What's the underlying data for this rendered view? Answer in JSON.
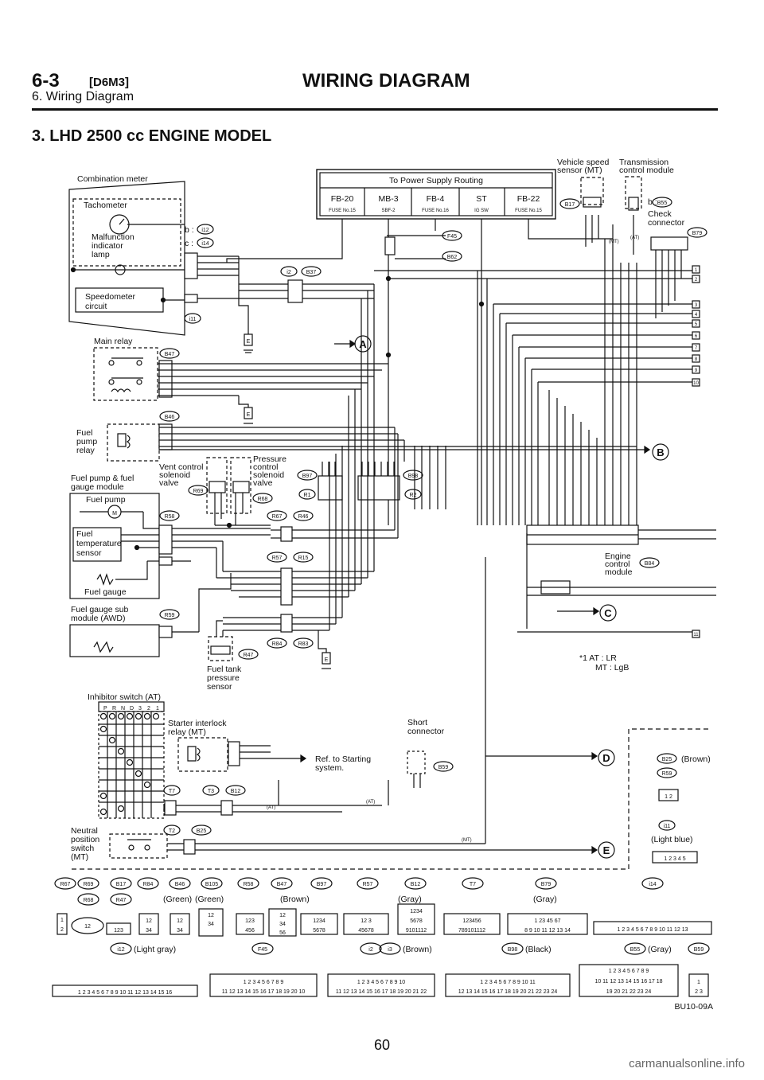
{
  "header": {
    "section_number": "6-3",
    "code": "[D6M3]",
    "title": "WIRING DIAGRAM",
    "subtitle": "6. Wiring Diagram"
  },
  "section_title": "3. LHD 2500 cc ENGINE MODEL",
  "power_supply": {
    "title": "To Power Supply Routing",
    "fuses": [
      {
        "name": "FB-20",
        "sub": "FUSE No.15"
      },
      {
        "name": "MB-3",
        "sub": "SBF-2"
      },
      {
        "name": "FB-4",
        "sub": "FUSE No.16"
      },
      {
        "name": "ST",
        "sub": "IG SW"
      },
      {
        "name": "FB-22",
        "sub": "FUSE No.15"
      }
    ]
  },
  "components": {
    "combination_meter": "Combination meter",
    "tachometer": "Tachometer",
    "mil": [
      "Malfunction",
      "indicator",
      "lamp"
    ],
    "speedometer": [
      "Speedometer",
      "circuit"
    ],
    "main_relay": "Main relay",
    "fuel_pump_relay": [
      "Fuel",
      "pump",
      "relay"
    ],
    "fuel_pump_gauge": [
      "Fuel pump & fuel",
      "gauge module"
    ],
    "fuel_pump": "Fuel pump",
    "fuel_temp": [
      "Fuel",
      "temperature",
      "sensor"
    ],
    "fuel_gauge": "Fuel gauge",
    "fuel_gauge_sub": [
      "Fuel gauge sub",
      "module (AWD)"
    ],
    "vent_control": [
      "Vent control",
      "solenoid",
      "valve"
    ],
    "pressure_control": [
      "Pressure",
      "control",
      "solenoid",
      "valve"
    ],
    "tank_pressure": [
      "Fuel tank",
      "pressure",
      "sensor"
    ],
    "vehicle_speed": [
      "Vehicle speed",
      "sensor (MT)"
    ],
    "tcm": [
      "Transmission",
      "control module"
    ],
    "check_connector": [
      "Check",
      "connector"
    ],
    "ecm": [
      "Engine",
      "control",
      "module"
    ],
    "inhibitor": "Inhibitor switch (AT)",
    "inhibitor_positions": [
      "P",
      "R",
      "N",
      "D",
      "3",
      "2",
      "1"
    ],
    "starter_relay": [
      "Starter interlock",
      "relay (MT)"
    ],
    "ref_starting": [
      "Ref. to Starting",
      "system."
    ],
    "short_connector": [
      "Short",
      "connector"
    ],
    "neutral_switch": [
      "Neutral",
      "position",
      "switch",
      "(MT)"
    ],
    "note": [
      "*1  AT : LR",
      "MT : LgB"
    ],
    "b_label": "b :",
    "c_label": "c :",
    "at": "(AT)",
    "mt": "(MT)"
  },
  "connector_ids": {
    "i12": "i12",
    "i14": "i14",
    "i2": "i2",
    "B37": "B37",
    "i11": "i11",
    "B47": "B47",
    "B46": "B46",
    "R69": "R69",
    "R68": "R68",
    "R58": "R58",
    "R67": "R67",
    "R46": "R46",
    "R57": "R57",
    "R15": "R15",
    "R59": "R59",
    "R84": "R84",
    "R83": "R83",
    "R47": "R47",
    "B97": "B97",
    "R1": "R1",
    "B98": "B98",
    "R2": "R2",
    "B17": "B17",
    "B55": "B55",
    "B79": "B79",
    "F45": "F45",
    "B62": "B62",
    "B84": "B84",
    "T7": "T7",
    "T3": "T3",
    "B12": "B12",
    "T2": "T2",
    "B25": "B25",
    "B59": "B59",
    "i3": "i3",
    "B105": "B105"
  },
  "ground": "E",
  "references": [
    "A",
    "B",
    "C",
    "D",
    "E"
  ],
  "right_pins": [
    "1",
    "2",
    "3",
    "4",
    "5",
    "6",
    "7",
    "8",
    "9",
    "10",
    "11"
  ],
  "legend_right": {
    "b25": "(Brown)",
    "i11": "(Light blue)",
    "pins_12": "1 2",
    "pins_12345": "1 2 3 4 5"
  },
  "connector_row1": {
    "labels": [
      "R67",
      "R69",
      "B17",
      "R84",
      "B46",
      "B105",
      "R58",
      "B47",
      "B97",
      "R57",
      "B12",
      "T7",
      "B79",
      "i14"
    ],
    "labels2": [
      "R68",
      "R47"
    ],
    "colors": [
      "(Green)",
      "(Green)",
      "(Brown)",
      "(Gray)",
      "(Gray)"
    ]
  },
  "connector_row2": {
    "items": [
      {
        "id": "i12",
        "color": "(Light gray)"
      },
      {
        "id": "F45",
        "color": ""
      },
      {
        "id": "i2",
        "color": ""
      },
      {
        "id": "i3",
        "color": "(Brown)"
      },
      {
        "id": "B98",
        "color": "(Black)"
      },
      {
        "id": "B55",
        "color": "(Gray)"
      },
      {
        "id": "B59",
        "color": ""
      }
    ]
  },
  "figure_code": "BU10-09A",
  "page_number": "60",
  "watermark": "carmanualsonline.info"
}
